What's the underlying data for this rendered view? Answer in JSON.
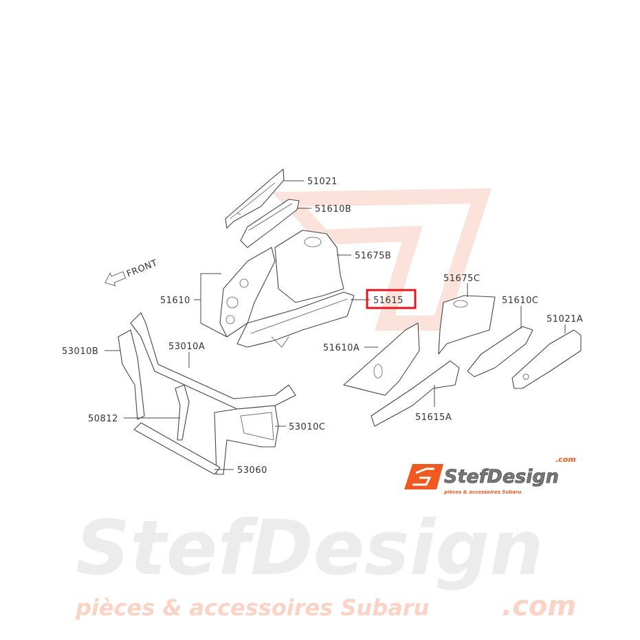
{
  "diagram": {
    "front_label": "FRONT",
    "highlight_color": "#e8141c",
    "labels": {
      "p51021": "51021",
      "p51610B": "51610B",
      "p51675B": "51675B",
      "p51615": "51615",
      "p51610": "51610",
      "p53010B": "53010B",
      "p53010A": "53010A",
      "p50812": "50812",
      "p53010C": "53010C",
      "p53060": "53060",
      "p51610A": "51610A",
      "p51675C": "51675C",
      "p51610C": "51610C",
      "p51021A": "51021A",
      "p51615A": "51615A"
    },
    "highlighted_part": "51615"
  },
  "watermark": {
    "brand": "StefDesign",
    "tagline": "pièces & accessoires Subaru",
    "domain": ".com"
  },
  "logo": {
    "brand": "StefDesign",
    "domain": ".com",
    "tagline": "pièces & accessoires Subaru",
    "accent_color": "#f05a22"
  }
}
